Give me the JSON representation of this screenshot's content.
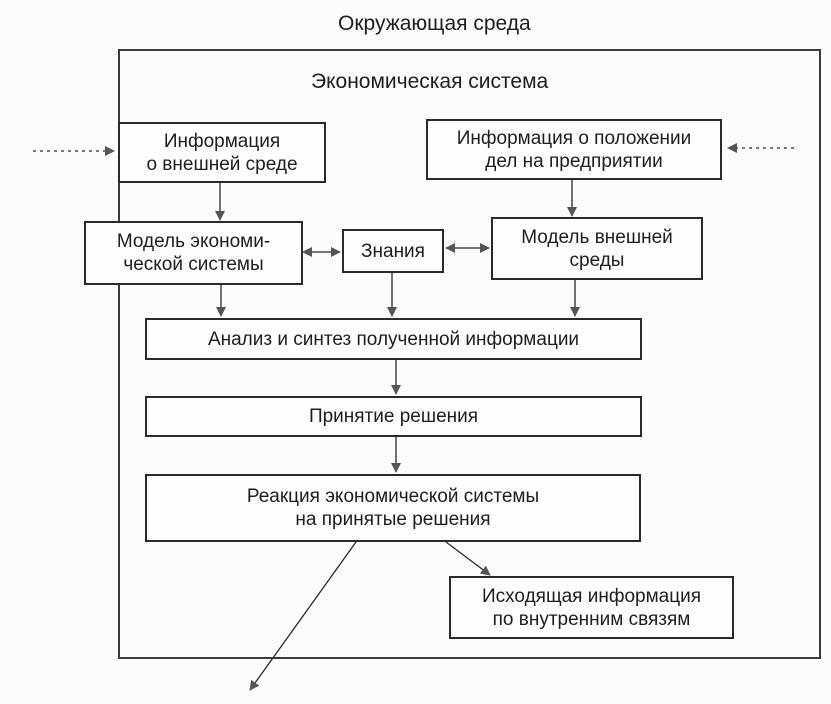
{
  "environment": {
    "title": "Окружающая среда"
  },
  "system": {
    "title": "Экономическая система"
  },
  "boxes": {
    "external_info": {
      "lines": [
        "Информация",
        "о внешней среде"
      ]
    },
    "enterprise_info": {
      "lines": [
        "Информация о положении",
        "дел на предприятии"
      ]
    },
    "economic_model": {
      "lines": [
        "Модель экономи-",
        "ческой системы"
      ]
    },
    "knowledge": {
      "lines": [
        "Знания"
      ]
    },
    "external_model": {
      "lines": [
        "Модель внешней",
        "среды"
      ]
    },
    "analysis": {
      "lines": [
        "Анализ и синтез полученной информации"
      ]
    },
    "decision": {
      "lines": [
        "Принятие решения"
      ]
    },
    "reaction": {
      "lines": [
        "Реакция экономической системы",
        "на принятые решения"
      ]
    },
    "outgoing_info": {
      "lines": [
        "Исходящая информация",
        "по внутренним связям"
      ]
    }
  },
  "colors": {
    "line": "#2a2a2a",
    "arrowhead": "#555555",
    "background": "#fbfbf9"
  }
}
